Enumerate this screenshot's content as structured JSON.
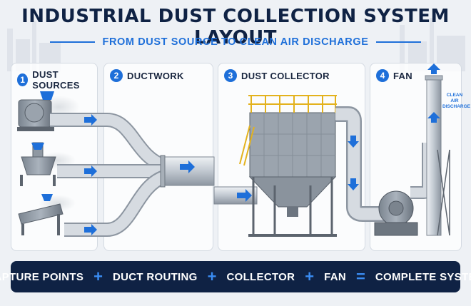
{
  "title": "INDUSTRIAL DUST COLLECTION SYSTEM LAYOUT",
  "subtitle": "FROM DUST SOURCE TO CLEAN AIR DISCHARGE",
  "sections": [
    {
      "number": "1",
      "label": "DUST SOURCES"
    },
    {
      "number": "2",
      "label": "DUCTWORK"
    },
    {
      "number": "3",
      "label": "DUST COLLECTOR"
    },
    {
      "number": "4",
      "label": "FAN"
    }
  ],
  "stack_label": "CLEAN AIR DISCHARGE",
  "equation": {
    "terms": [
      "CAPTURE POINTS",
      "DUCT ROUTING",
      "COLLECTOR",
      "FAN",
      "COMPLETE SYSTEM"
    ],
    "operators": [
      "+",
      "+",
      "+",
      "="
    ]
  },
  "colors": {
    "navy": "#0f2244",
    "accent_blue": "#1e6fd9",
    "steel": "#b9c2cc",
    "yellow_rail": "#e3b21d"
  }
}
